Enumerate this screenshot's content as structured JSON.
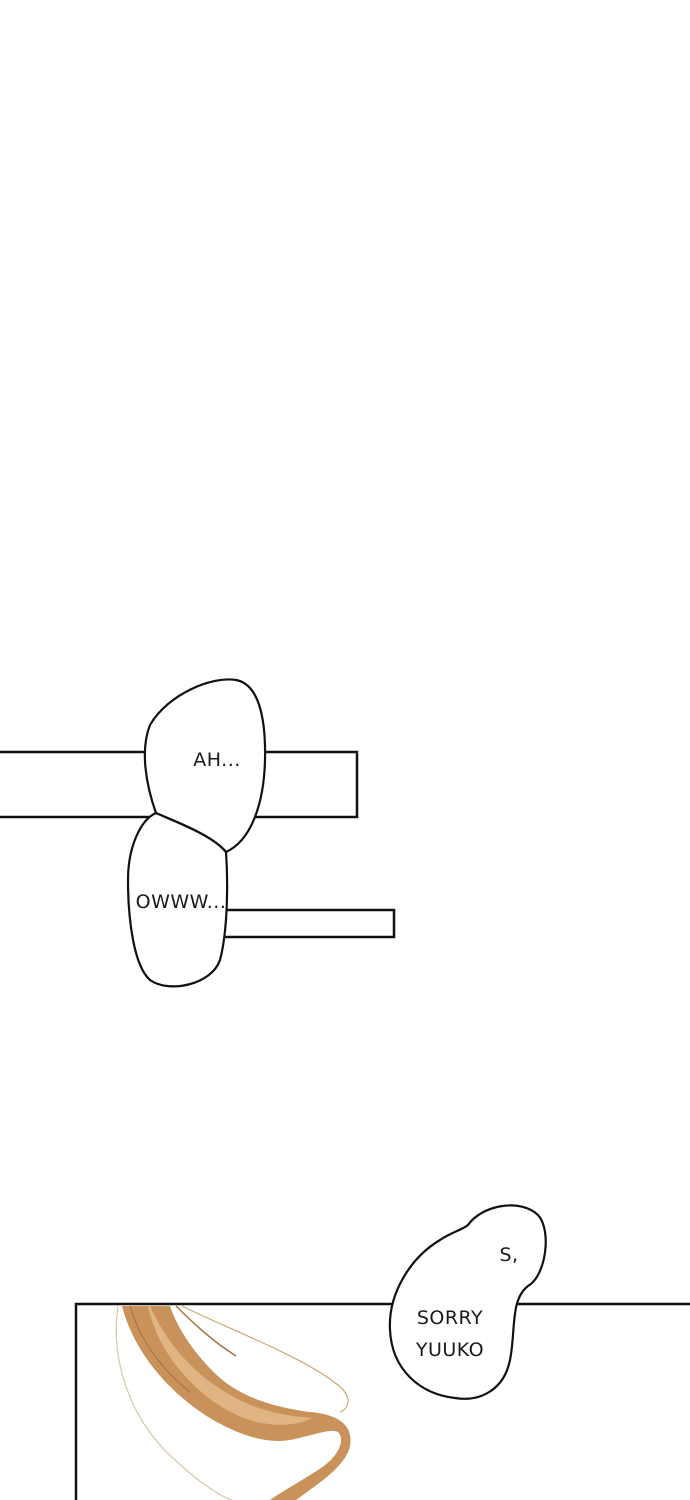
{
  "comic": {
    "bubbles": [
      {
        "text": "AH..."
      },
      {
        "text": "OWWW..."
      },
      {
        "text": "S,"
      },
      {
        "text": "SORRY\nYUUKO"
      }
    ]
  },
  "colors": {
    "ink": "#1a1a1a",
    "panel_border": "#111111",
    "hair_main": "#c9925a",
    "hair_light": "#e0b483",
    "hair_outline": "#d8c7a8"
  }
}
